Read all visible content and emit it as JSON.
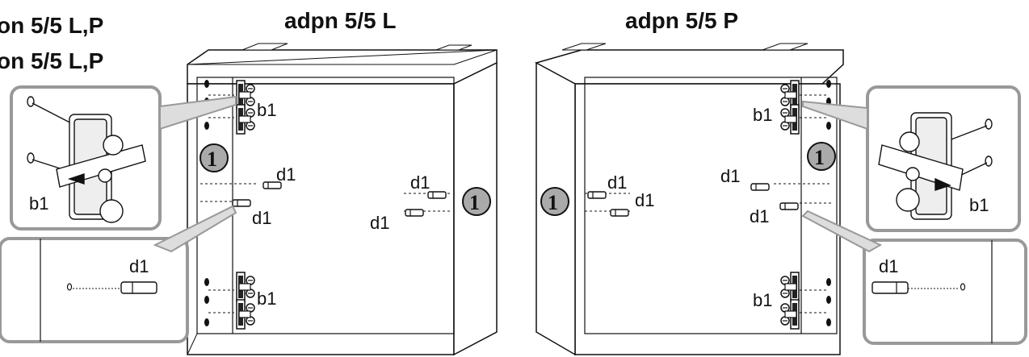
{
  "header": {
    "top_left_line1": "on 5/5 L,P",
    "top_left_line2": "on 5/5 L,P",
    "title_left": "adpn 5/5 L",
    "title_right": "adpn 5/5 P"
  },
  "labels": {
    "hinge": "b1",
    "dowel": "d1",
    "step": "1"
  }
}
